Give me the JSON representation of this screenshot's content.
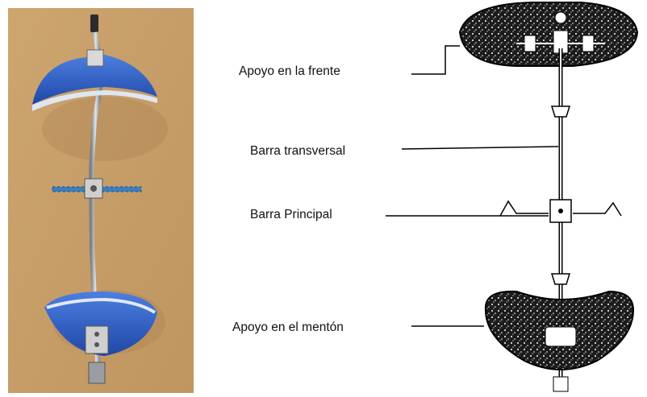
{
  "labels": {
    "forehead_support": "Apoyo en la frente",
    "transverse_bar": "Barra transversal",
    "main_bar": "Barra Principal",
    "chin_support": "Apoyo en el mentón"
  },
  "colors": {
    "photo_background": "#c9a06a",
    "pad_blue": "#2f5fc4",
    "metal": "#b9bcc0",
    "pad_texture": "#1a1a1a"
  }
}
